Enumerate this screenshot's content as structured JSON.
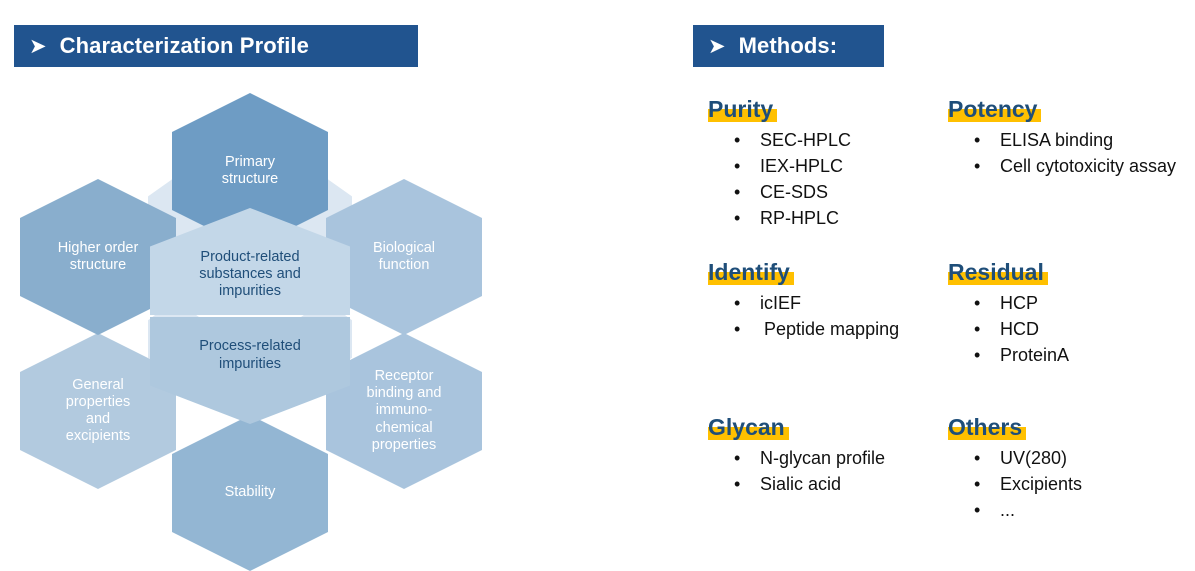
{
  "banners": {
    "characterization": {
      "arrow": "arrow-bullet-icon",
      "title": "Characterization Profile"
    },
    "methods": {
      "arrow": "arrow-bullet-icon",
      "title": "Methods:"
    }
  },
  "colors": {
    "banner_blue": "#21548f",
    "heading_blue": "#1f4e79",
    "highlight_yellow": "#ffc000",
    "hex_dark": "#6e9cc4",
    "hex_mid": "#8fb3d2",
    "hex_light": "#a9c4dd",
    "hex_lighter": "#b9d0e3",
    "hex_center_top": "#c3d7e8",
    "hex_center_bottom": "#aec8de",
    "wedge": "#dce7f2"
  },
  "hex_diagram": {
    "outer": [
      {
        "id": "primary-structure",
        "label": "Primary\nstructure",
        "fill": "#6e9cc4",
        "text_color": "#ffffff"
      },
      {
        "id": "biological-function",
        "label": "Biological\nfunction",
        "fill": "#a9c4dd",
        "text_color": "#ffffff"
      },
      {
        "id": "receptor-binding",
        "label": "Receptor\nbinding and\nimmuno-\nchemical\nproperties",
        "fill": "#a9c4dd",
        "text_color": "#ffffff"
      },
      {
        "id": "stability",
        "label": "Stability",
        "fill": "#93b6d3",
        "text_color": "#ffffff"
      },
      {
        "id": "general-properties",
        "label": "General\nproperties\nand\nexcipients",
        "fill": "#b2cadf",
        "text_color": "#ffffff"
      },
      {
        "id": "higher-order-structure",
        "label": "Higher order\nstructure",
        "fill": "#89aecd",
        "text_color": "#ffffff"
      }
    ],
    "center": [
      {
        "id": "product-related",
        "label": "Product-related\nsubstances and\nimpurities",
        "fill": "#c3d7e8",
        "text_color": "#1f4e79"
      },
      {
        "id": "process-related",
        "label": "Process-related\nimpurities",
        "fill": "#aec8de",
        "text_color": "#1f4e79"
      }
    ]
  },
  "methods": {
    "sections": [
      {
        "id": "purity",
        "title": "Purity",
        "items": [
          "SEC-HPLC",
          "IEX-HPLC",
          "CE-SDS",
          "RP-HPLC"
        ]
      },
      {
        "id": "potency",
        "title": "Potency",
        "items": [
          "ELISA binding",
          "Cell cytotoxicity assay"
        ]
      },
      {
        "id": "identify",
        "title": "Identify",
        "items": [
          "icIEF",
          "Peptide mapping"
        ]
      },
      {
        "id": "residual",
        "title": "Residual",
        "items": [
          "HCP",
          "HCD",
          "ProteinA"
        ]
      },
      {
        "id": "glycan",
        "title": "Glycan",
        "items": [
          "N-glycan profile",
          "Sialic acid"
        ]
      },
      {
        "id": "others",
        "title": "Others",
        "items": [
          "UV(280)",
          "Excipients",
          "..."
        ]
      }
    ],
    "bullet_char": "•"
  }
}
